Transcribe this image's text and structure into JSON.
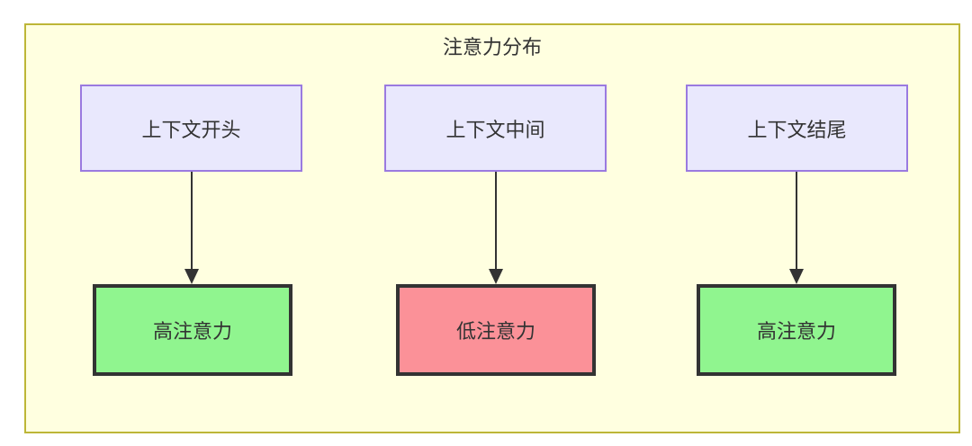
{
  "diagram": {
    "title": "注意力分布",
    "colors": {
      "container_fill": "#ffffe0",
      "container_border": "#bdb637",
      "top_node_fill": "#e9e8fd",
      "top_node_border": "#9a7ae0",
      "high_attention_fill": "#90f58f",
      "low_attention_fill": "#fb9198",
      "bottom_node_border": "#333333",
      "edge_color": "#333333",
      "text_color": "#333333"
    },
    "columns": [
      {
        "id": "start",
        "source": {
          "label": "上下文开头"
        },
        "target": {
          "label": "高注意力",
          "level": "high"
        },
        "edge": {
          "label": "",
          "direction": "down"
        }
      },
      {
        "id": "middle",
        "source": {
          "label": "上下文中间"
        },
        "target": {
          "label": "低注意力",
          "level": "low"
        },
        "edge": {
          "label": "",
          "direction": "down"
        }
      },
      {
        "id": "end",
        "source": {
          "label": "上下文结尾"
        },
        "target": {
          "label": "高注意力",
          "level": "high"
        },
        "edge": {
          "label": "",
          "direction": "down"
        }
      }
    ]
  }
}
